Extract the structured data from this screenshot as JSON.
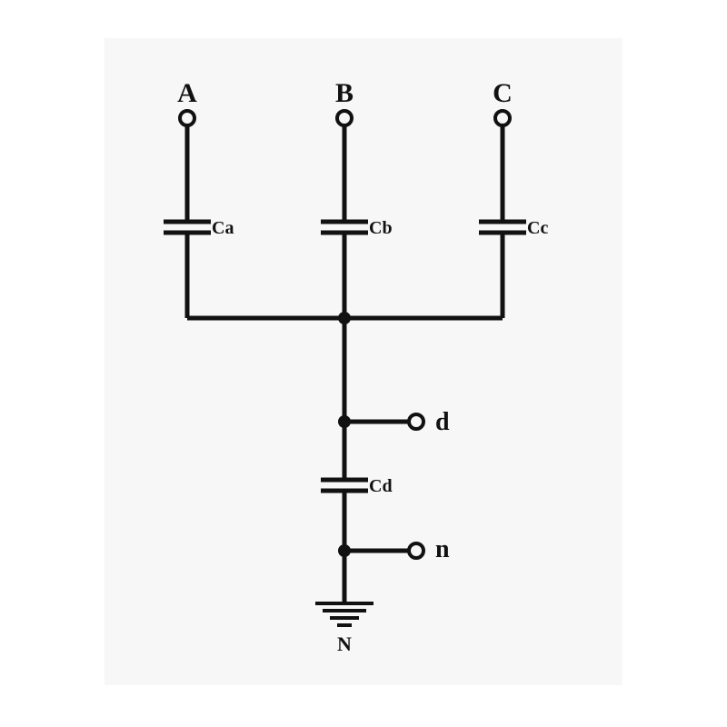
{
  "diagram": {
    "terminals": {
      "a": "A",
      "b": "B",
      "c": "C",
      "d": "d",
      "n": "n",
      "ground": "N"
    },
    "capacitors": {
      "a": "Ca",
      "b": "Cb",
      "c": "Cc",
      "d": "Cd"
    },
    "colors": {
      "line": "#111111",
      "panel": "#f7f7f7",
      "background": "#ffffff"
    }
  }
}
